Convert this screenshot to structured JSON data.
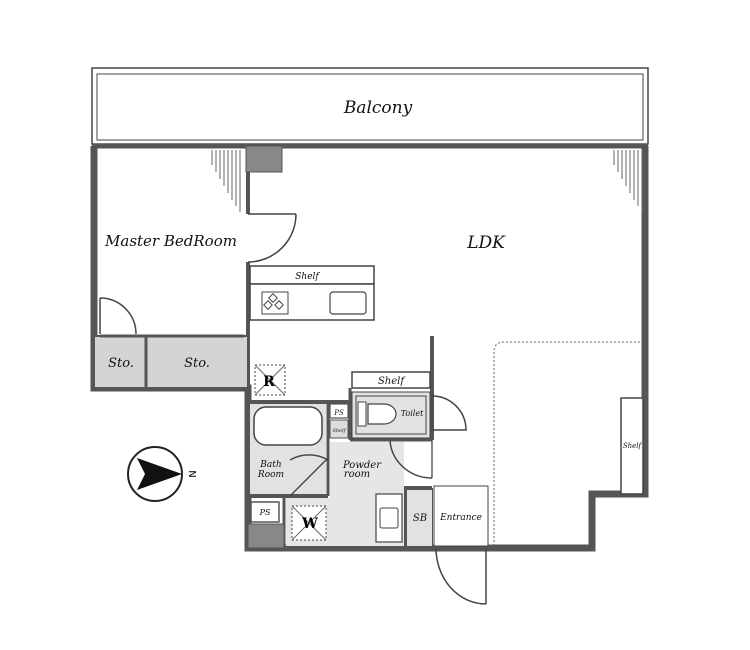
{
  "rooms": {
    "balcony": "Balcony",
    "master_bedroom": "Master BedRoom",
    "ldk": "LDK",
    "storage_1": "Sto.",
    "storage_2": "Sto.",
    "shelf_kitchen": "Shelf",
    "shelf_toilet": "Shelf",
    "shelf_small": "Shelf",
    "shelf_right": "Shelf",
    "refrigerator": "R",
    "washer": "W",
    "ps_toilet": "PS",
    "ps_bath": "PS",
    "toilet": "Toilet",
    "bath_room_line1": "Bath",
    "bath_room_line2": "Room",
    "powder_room_line1": "Powder",
    "powder_room_line2": "room",
    "shoe_box": "SB",
    "entrance": "Entrance"
  },
  "compass": {
    "north_label": "N"
  }
}
